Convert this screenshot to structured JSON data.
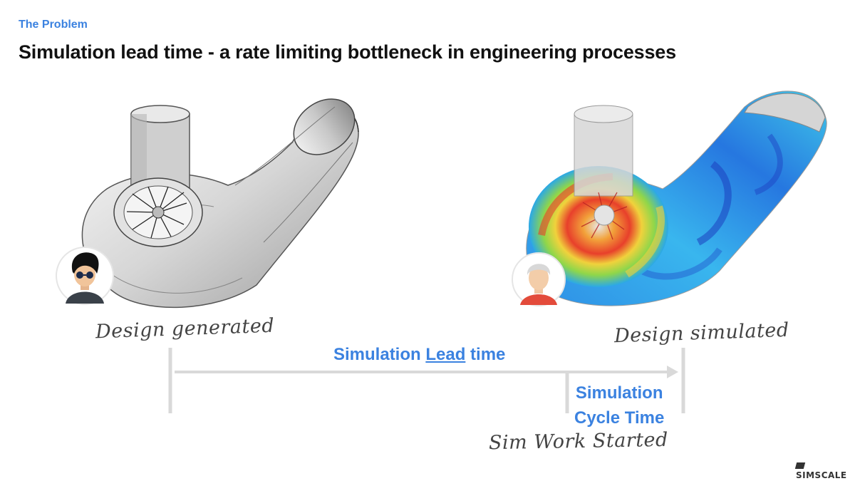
{
  "header": {
    "kicker": "The Problem",
    "title": "Simulation lead time - a rate limiting bottleneck in engineering processes"
  },
  "labels": {
    "design_generated": "Design generated",
    "design_simulated": "Design simulated",
    "sim_work_started": "Sim Work Started"
  },
  "timeline": {
    "lead_prefix": "Simulation ",
    "lead_emphasis": "Lead",
    "lead_suffix": " time",
    "cycle_line1": "Simulation",
    "cycle_line2": "Cycle Time"
  },
  "brand": {
    "logo_text": "SIMSCALE"
  },
  "colors": {
    "accent": "#3b82e0",
    "timeline": "#d9d9d9"
  }
}
